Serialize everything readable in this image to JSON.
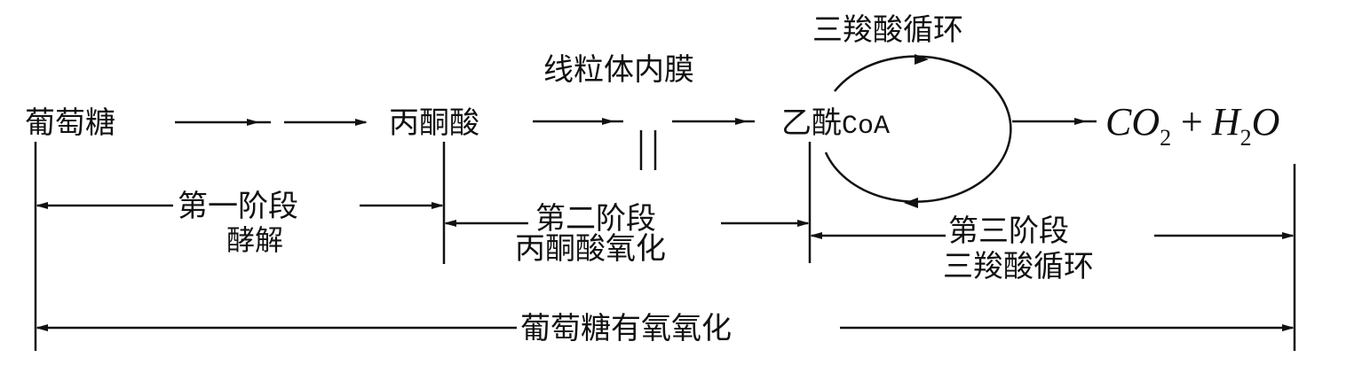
{
  "nodes": {
    "glucose": "葡萄糖",
    "pyruvate": "丙酮酸",
    "membrane": "线粒体内膜",
    "acetyl_prefix": "乙酰",
    "acetyl_coa": "CoA",
    "cycle_top": "三羧酸循环",
    "product_co": "CO",
    "product_co_sub": "2",
    "product_plus": "+",
    "product_h": "H",
    "product_h_sub": "2",
    "product_o": "O"
  },
  "stages": [
    {
      "title": "第一阶段",
      "subtitle": "酵解"
    },
    {
      "title": "第二阶段",
      "subtitle": "丙酮酸氧化"
    },
    {
      "title": "第三阶段",
      "subtitle": "三羧酸循环"
    }
  ],
  "overall": "葡萄糖有氧氧化"
}
